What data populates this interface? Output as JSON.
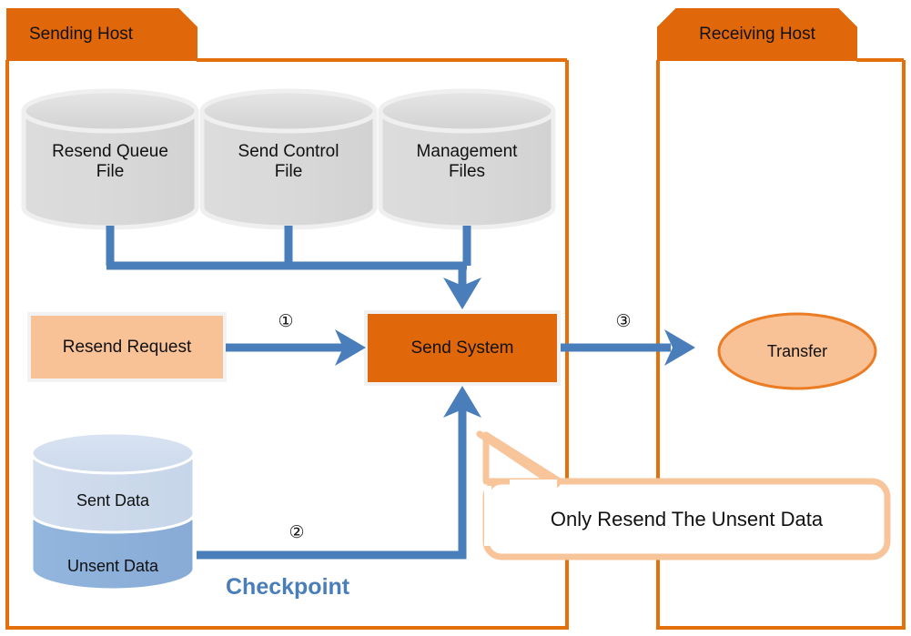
{
  "diagram": {
    "title_hidden": "",
    "colors": {
      "orange_frame": "#e3700a",
      "orange_fill": "#e0680b",
      "light_orange": "#f8c196",
      "blue_arrow": "#4a7ebb",
      "gray_cylinder": "#d9d9d9",
      "light_blue": "#cfdceb",
      "mid_blue": "#8db3dd",
      "callout_border": "#f8c49a"
    }
  },
  "hosts": [
    {
      "id": "sending",
      "label": "Sending Host"
    },
    {
      "id": "receiving",
      "label": "Receiving Host"
    }
  ],
  "cylinders": [
    {
      "id": "resend-queue-file",
      "line1": "Resend Queue",
      "line2": "File"
    },
    {
      "id": "send-control-file",
      "line1": "Send Control",
      "line2": "File"
    },
    {
      "id": "management-files",
      "line1": "Management",
      "line2": "Files"
    }
  ],
  "boxes": {
    "resend_request": "Resend Request",
    "send_system": "Send System",
    "transfer": "Transfer"
  },
  "data_store": {
    "sent": "Sent Data",
    "unsent": "Unsent Data"
  },
  "steps": {
    "one": "①",
    "two": "②",
    "three": "③"
  },
  "checkpoint_label": "Checkpoint",
  "callout": {
    "text": "Only Resend The Unsent Data"
  }
}
